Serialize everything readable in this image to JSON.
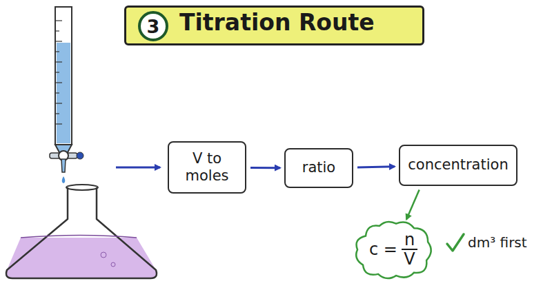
{
  "diagram": {
    "title": "Titration Route",
    "nodes": [
      {
        "text": [
          "3"
        ]
      },
      {
        "text": [
          "V to moles"
        ]
      },
      {
        "text": [
          "ratio"
        ]
      },
      {
        "text": [
          "concentration"
        ]
      },
      {
        "text": [
          "c =",
          "n",
          "V"
        ]
      }
    ],
    "edges": [
      {
        "from": 1,
        "to": 2,
        "arrow": "to"
      },
      {
        "from": 2,
        "to": 3,
        "arrow": "to"
      },
      {
        "from": 3,
        "to": 4,
        "arrow": "to"
      }
    ],
    "labels": [
      "dm³ first"
    ]
  }
}
